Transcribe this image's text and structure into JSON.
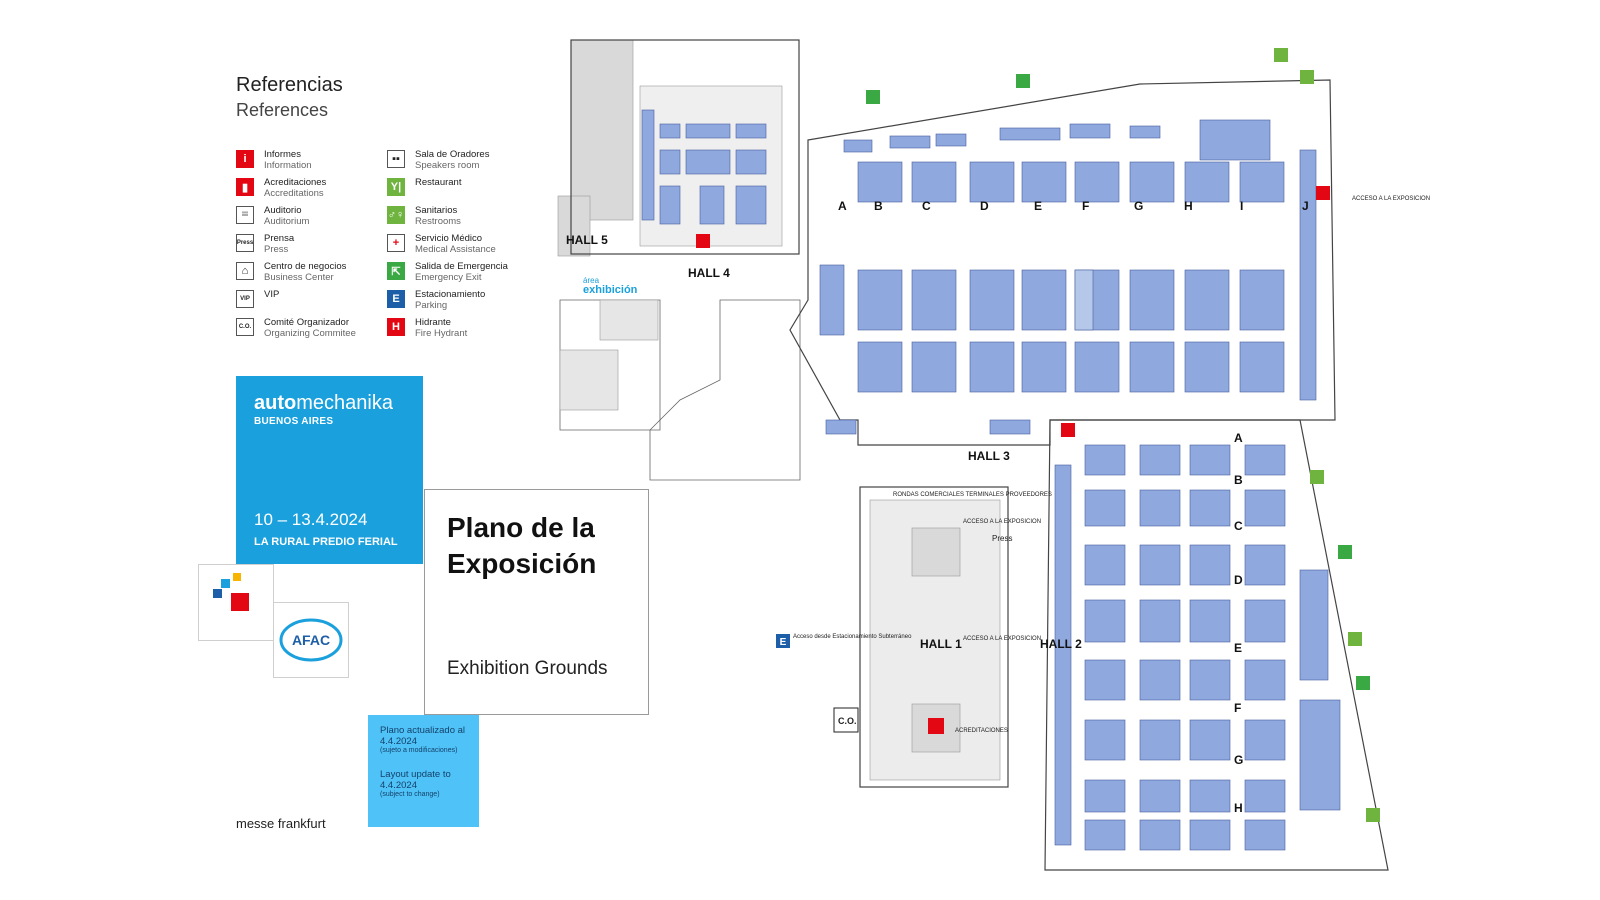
{
  "legend": {
    "title": "Referencias",
    "subtitle": "References",
    "col1": [
      {
        "es": "Informes",
        "en": "Information",
        "icon": "info-icon",
        "glyph": "i",
        "bg": "#e30613",
        "fg": "#ffffff"
      },
      {
        "es": "Acreditaciones",
        "en": "Accreditations",
        "icon": "accreditation-icon",
        "glyph": "▮",
        "bg": "#e30613",
        "fg": "#ffffff"
      },
      {
        "es": "Auditorio",
        "en": "Auditorium",
        "icon": "auditorium-icon",
        "glyph": "⁞⁞⁞",
        "bg": "#ffffff",
        "fg": "#222222"
      },
      {
        "es": "Prensa",
        "en": "Press",
        "icon": "press-icon",
        "glyph": "Press",
        "bg": "#ffffff",
        "fg": "#222222"
      },
      {
        "es": "Centro de negocios",
        "en": "Business Center",
        "icon": "business-center-icon",
        "glyph": "⌂",
        "bg": "#ffffff",
        "fg": "#222222"
      },
      {
        "es": "VIP",
        "en": "",
        "icon": "vip-icon",
        "glyph": "VIP",
        "bg": "#ffffff",
        "fg": "#222222"
      },
      {
        "es": "Comité Organizador",
        "en": "Organizing Commitee",
        "icon": "organizing-committee-icon",
        "glyph": "C.O.",
        "bg": "#ffffff",
        "fg": "#222222"
      }
    ],
    "col2": [
      {
        "es": "Sala de Oradores",
        "en": "Speakers room",
        "icon": "speakers-room-icon",
        "glyph": "▪▪",
        "bg": "#ffffff",
        "fg": "#222222"
      },
      {
        "es": "Restaurant",
        "en": "",
        "icon": "restaurant-icon",
        "glyph": "Y|",
        "bg": "#6fb43f",
        "fg": "#ffffff"
      },
      {
        "es": "Sanitarios",
        "en": "Restrooms",
        "icon": "restroom-icon",
        "glyph": "♂♀",
        "bg": "#6fb43f",
        "fg": "#ffffff"
      },
      {
        "es": "Servicio Médico",
        "en": "Medical Assistance",
        "icon": "medical-icon",
        "glyph": "+",
        "bg": "#ffffff",
        "fg": "#e30613"
      },
      {
        "es": "Salida de Emergencia",
        "en": "Emergency Exit",
        "icon": "emergency-exit-icon",
        "glyph": "⇱",
        "bg": "#3aa843",
        "fg": "#ffffff"
      },
      {
        "es": "Estacionamiento",
        "en": "Parking",
        "icon": "parking-icon",
        "glyph": "E",
        "bg": "#1d5ea8",
        "fg": "#ffffff"
      },
      {
        "es": "Hidrante",
        "en": "Fire Hydrant",
        "icon": "hydrant-icon",
        "glyph": "H",
        "bg": "#e30613",
        "fg": "#ffffff"
      }
    ]
  },
  "brand": {
    "name_bold": "auto",
    "name_rest": "mechanika",
    "city": "BUENOS AIRES",
    "dates": "10 – 13.4.2024",
    "venue": "LA RURAL PREDIO FERIAL",
    "plan_title_es": "Plano de la Exposición",
    "plan_title_en": "Exhibition Grounds",
    "afac_logo_text": "AFAC",
    "update_es": "Plano actualizado al 4.4.2024",
    "update_es_note": "(sujeto a modificaciones)",
    "update_en": "Layout update to 4.4.2024",
    "update_en_note": "(subject to change)",
    "footer": "messe frankfurt",
    "colors": {
      "brand_blue": "#1aa0dc",
      "update_blue": "#4fc2f7",
      "booth_blue": "#8fa8de",
      "red": "#e30613",
      "green": "#6fb43f"
    }
  },
  "map": {
    "halls": {
      "hall1": "HALL 1",
      "hall2": "HALL 2",
      "hall3": "HALL 3",
      "hall4": "HALL 4",
      "hall5": "HALL 5"
    },
    "area_label_top": "área",
    "area_label": "exhibición",
    "access_label": "ACCESO A LA EXPOSICION",
    "hall1_access": "ACCESO A LA EXPOSICION",
    "press_label": "Press",
    "co_label": "C.O.",
    "parking_label": "Acceso desde Estacionamiento Subterráneo",
    "hall1_rondas": "RONDAS COMERCIALES TERMINALES PROVEEDORES",
    "hall1_accreditations": "ACREDITACIONES",
    "hall1_access_top": "ACCESO A LA EXPOSICION",
    "hall3_rows": [
      "A",
      "B",
      "C",
      "D",
      "E",
      "F",
      "G",
      "H",
      "I",
      "J"
    ],
    "hall2_rows": [
      "A",
      "B",
      "C",
      "D",
      "E",
      "F",
      "G",
      "H"
    ]
  }
}
